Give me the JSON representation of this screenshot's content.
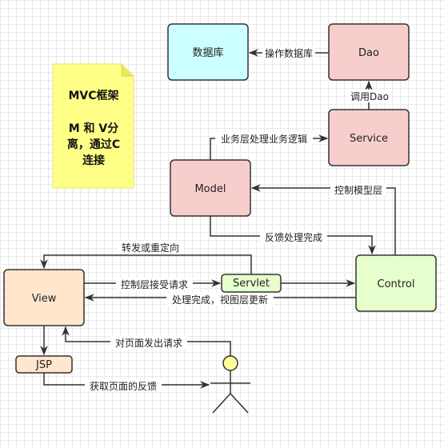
{
  "colors": {
    "blue_fill": "#ccffff",
    "pink_fill": "#f8cecc",
    "green_fill": "#e6ffcc",
    "orange_fill": "#ffe6cc",
    "note_fill": "#ffff88",
    "stroke": "#333333"
  },
  "nodes": {
    "database": "数据库",
    "dao": "Dao",
    "service": "Service",
    "model": "Model",
    "view": "View",
    "jsp": "JSP",
    "servlet": "Servlet",
    "control": "Control"
  },
  "note": {
    "line1": "MVC框架",
    "line2": "M 和 V分",
    "line3": "离，通过C",
    "line4": "连接"
  },
  "edges": {
    "dao_to_db": "操作数据库",
    "service_to_dao": "调用Dao",
    "model_to_service": "业务层处理业务逻辑",
    "control_to_model": "控制模型层",
    "model_to_control": "反馈处理完成",
    "servlet_to_view_redirect": "转发或重定向",
    "view_to_servlet": "控制层接受请求",
    "control_to_view": "处理完成，视图层更新",
    "user_to_view": "对页面发出请求",
    "jsp_to_user": "获取页面的反馈"
  }
}
